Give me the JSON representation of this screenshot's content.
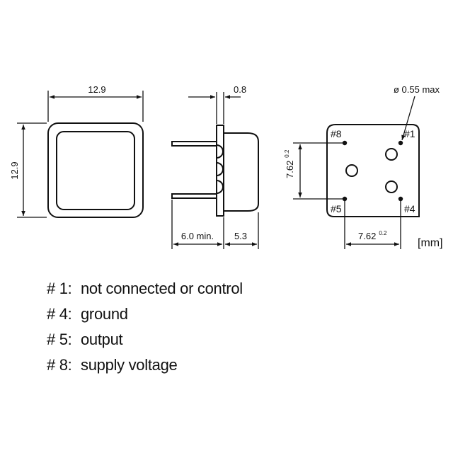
{
  "dimensions": {
    "front_width": "12.9",
    "front_height": "12.9",
    "lead_thickness": "0.8",
    "lead_length": "6.0 min.",
    "body_depth": "5.3",
    "pin_spacing_vertical": "7.62",
    "pin_spacing_vertical_tol": "0.2",
    "pin_spacing_horizontal": "7.62",
    "pin_spacing_horizontal_tol": "0.2",
    "pin_diameter": "ø 0.55 max"
  },
  "pin_labels": {
    "p8": "#8",
    "p1": "#1",
    "p5": "#5",
    "p4": "#4"
  },
  "unit": "[mm]",
  "legend": [
    {
      "pin": "# 1:",
      "desc": "not connected or control"
    },
    {
      "pin": "# 4:",
      "desc": "ground"
    },
    {
      "pin": "# 5:",
      "desc": "output"
    },
    {
      "pin": "# 8:",
      "desc": "supply voltage"
    }
  ]
}
